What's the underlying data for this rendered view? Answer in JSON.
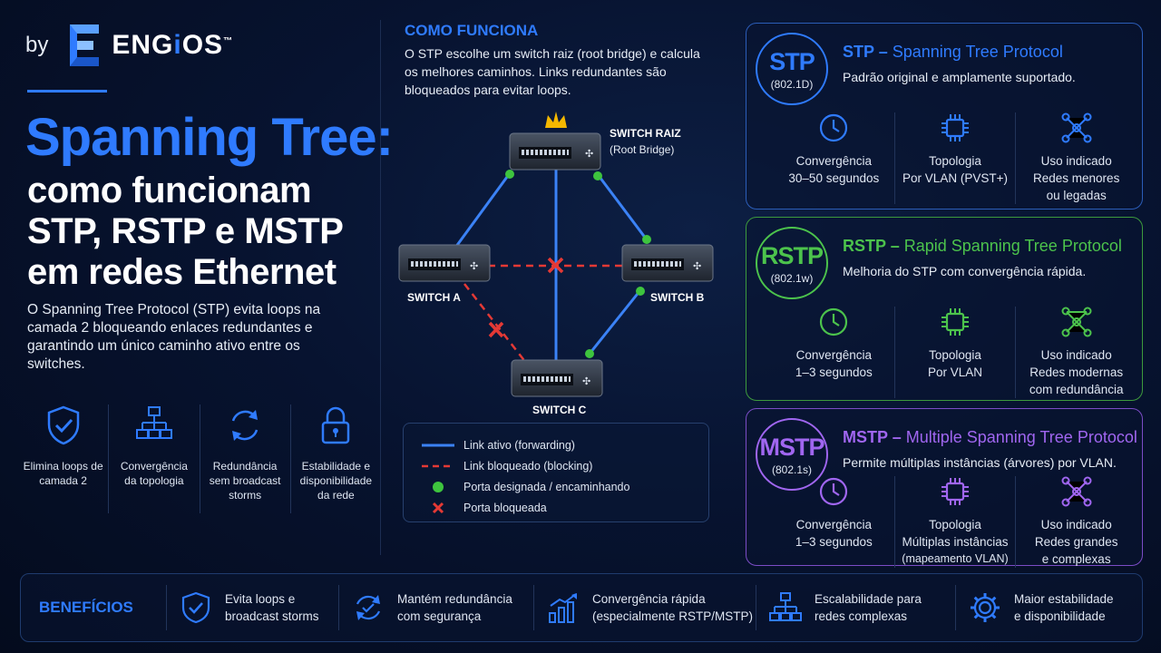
{
  "brand": {
    "by": "by",
    "name_a": "ENG",
    "name_i": "i",
    "name_b": "OS",
    "tm": "™"
  },
  "title": {
    "line1": "Spanning Tree:",
    "line2": "como funcionam STP, RSTP e MSTP em redes Ethernet"
  },
  "intro": "O Spanning Tree Protocol (STP) evita loops na camada 2 bloqueando enlaces redundantes e garantindo um único caminho ativo entre os switches.",
  "features": [
    {
      "icon": "shield-check-icon",
      "label": "Elimina loops de camada 2"
    },
    {
      "icon": "topology-icon",
      "label": "Convergência da topologia"
    },
    {
      "icon": "refresh-icon",
      "label": "Redundância sem broadcast storms"
    },
    {
      "icon": "lock-icon",
      "label": "Estabilidade e disponibilidade da rede"
    }
  ],
  "how": {
    "title": "COMO FUNCIONA",
    "description": "O STP escolhe um switch raiz (root bridge) e calcula os melhores caminhos. Links redundantes são bloqueados para evitar loops."
  },
  "diagram": {
    "root_label": "SWITCH RAIZ",
    "root_sub": "(Root Bridge)",
    "switch_a": "SWITCH A",
    "switch_b": "SWITCH B",
    "switch_c": "SWITCH C"
  },
  "legend": [
    {
      "symbol": "blue-line",
      "label": "Link ativo (forwarding)"
    },
    {
      "symbol": "red-dashed-line",
      "label": "Link bloqueado (blocking)"
    },
    {
      "symbol": "green-dot",
      "label": "Porta designada / encaminhando"
    },
    {
      "symbol": "red-x",
      "label": "Porta bloqueada"
    }
  ],
  "cards": [
    {
      "abbr": "STP",
      "standard": "(802.1D)",
      "title_abbr": "STP",
      "title_sep": " – ",
      "title_full": "Spanning Tree Protocol",
      "description": "Padrão original e amplamente suportado.",
      "color": "#2f7bff",
      "specs": [
        {
          "icon": "clock-icon",
          "line1": "Convergência",
          "line2": "30–50 segundos",
          "line3": ""
        },
        {
          "icon": "chip-icon",
          "line1": "Topologia",
          "line2": "Por VLAN (PVST+)",
          "line3": ""
        },
        {
          "icon": "network-icon",
          "line1": "Uso indicado",
          "line2": "Redes menores",
          "line3": "ou legadas"
        }
      ]
    },
    {
      "abbr": "RSTP",
      "standard": "(802.1w)",
      "title_abbr": "RSTP",
      "title_sep": " – ",
      "title_full": "Rapid Spanning Tree Protocol",
      "description": "Melhoria do STP com convergência rápida.",
      "color": "#4cc34c",
      "specs": [
        {
          "icon": "clock-icon",
          "line1": "Convergência",
          "line2": "1–3 segundos",
          "line3": ""
        },
        {
          "icon": "chip-icon",
          "line1": "Topologia",
          "line2": "Por VLAN",
          "line3": ""
        },
        {
          "icon": "network-icon",
          "line1": "Uso indicado",
          "line2": "Redes modernas",
          "line3": "com redundância"
        }
      ]
    },
    {
      "abbr": "MSTP",
      "standard": "(802.1s)",
      "title_abbr": "MSTP",
      "title_sep": " – ",
      "title_full": "Multiple Spanning Tree Protocol",
      "description": "Permite múltiplas instâncias (árvores) por VLAN.",
      "color": "#a066f0",
      "specs": [
        {
          "icon": "clock-icon",
          "line1": "Convergência",
          "line2": "1–3 segundos",
          "line3": ""
        },
        {
          "icon": "chip-icon",
          "line1": "Topologia",
          "line2": "Múltiplas instâncias",
          "line3": "(mapeamento VLAN)"
        },
        {
          "icon": "network-icon",
          "line1": "Uso indicado",
          "line2": "Redes grandes",
          "line3": "e complexas"
        }
      ]
    }
  ],
  "benefits": {
    "title": "BENEFÍCIOS",
    "items": [
      {
        "icon": "shield-check-icon",
        "line1": "Evita loops e",
        "line2": "broadcast storms"
      },
      {
        "icon": "refresh-check-icon",
        "line1": "Mantém redundância",
        "line2": "com segurança"
      },
      {
        "icon": "growth-chart-icon",
        "line1": "Convergência rápida",
        "line2": "(especialmente RSTP/MSTP)"
      },
      {
        "icon": "hierarchy-icon",
        "line1": "Escalabilidade para",
        "line2": "redes complexas"
      },
      {
        "icon": "gear-icon",
        "line1": "Maior estabilidade",
        "line2": "e disponibilidade"
      }
    ]
  },
  "colors": {
    "accent": "#2f7bff",
    "active_link": "#3b82f6",
    "blocked_link": "#e53935",
    "port_ok": "#3ec43e",
    "stp": "#2f7bff",
    "rstp": "#4cc34c",
    "mstp": "#a066f0"
  }
}
